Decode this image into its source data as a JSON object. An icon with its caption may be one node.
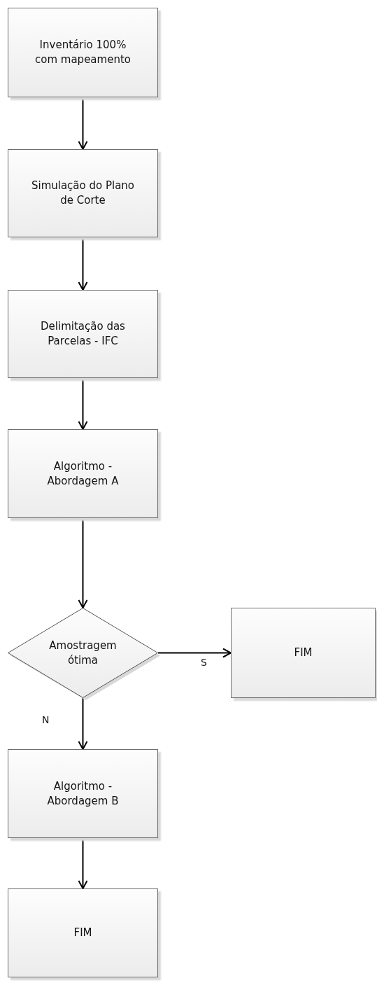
{
  "diagram": {
    "nodes": [
      {
        "text": [
          "Inventário 100% com mapeamento"
        ]
      },
      {
        "text": [
          "Simulação do Plano de Corte"
        ]
      },
      {
        "text": [
          "Delimitação das Parcelas - IFC"
        ]
      },
      {
        "text": [
          "Algoritmo - Abordagem A"
        ]
      },
      {
        "text": [
          "Amostragem ótima"
        ]
      },
      {
        "text": [
          "FIM"
        ]
      },
      {
        "text": [
          "Algoritmo - Abordagem B"
        ]
      },
      {
        "text": [
          "FIM"
        ]
      }
    ],
    "edges": [
      {
        "from": 0,
        "to": 1,
        "arrow": "to"
      },
      {
        "from": 1,
        "to": 2,
        "arrow": "to"
      },
      {
        "from": 2,
        "to": 3,
        "arrow": "to"
      },
      {
        "from": 3,
        "to": 4,
        "arrow": "to"
      },
      {
        "from": 4,
        "to": 5,
        "arrow": "to",
        "label": "S"
      },
      {
        "from": 4,
        "to": 6,
        "arrow": "to",
        "label": "N"
      },
      {
        "from": 6,
        "to": 7,
        "arrow": "to"
      }
    ]
  }
}
